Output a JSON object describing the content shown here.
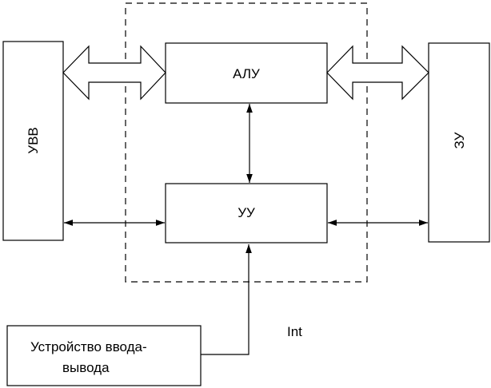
{
  "nodes": {
    "alu": "АЛУ",
    "cu": "УУ",
    "io_left": "УВВ",
    "memory": "ЗУ",
    "device_line1": "Устройство ввода-",
    "device_line2": "вывода"
  },
  "signals": {
    "interrupt": "Int"
  }
}
